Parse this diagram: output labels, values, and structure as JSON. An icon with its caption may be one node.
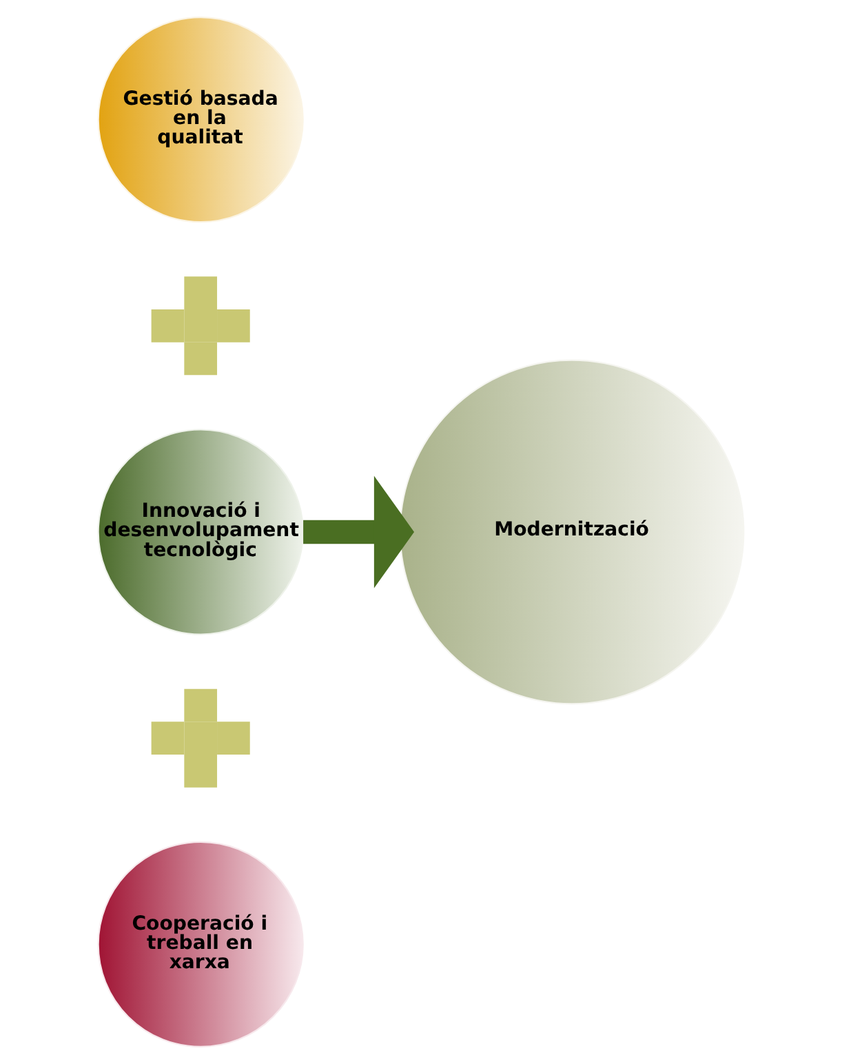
{
  "diagram": {
    "nodes": [
      {
        "text": [
          "Gestió basada en la qualitat"
        ]
      },
      {
        "text": [],
        "shape": "cross"
      },
      {
        "text": [
          "Innovació i desenvolupament tecnològic"
        ]
      },
      {
        "text": [],
        "shape": "cross"
      },
      {
        "text": [
          "Cooperació i treball en xarxa"
        ]
      },
      {
        "text": [
          "Modernització"
        ]
      }
    ],
    "edges": [
      {
        "from": 2,
        "to": 5,
        "arrow": "to",
        "color": "#4a6e22"
      }
    ]
  }
}
